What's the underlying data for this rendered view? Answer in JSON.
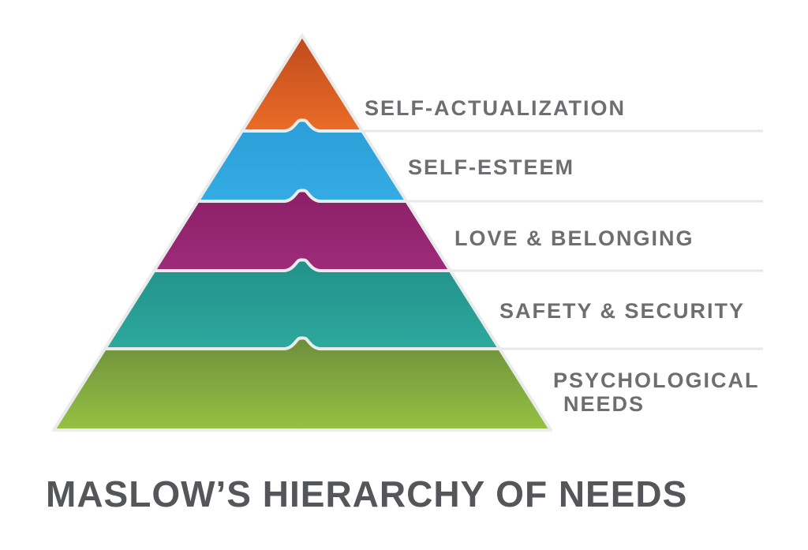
{
  "title": "MASLOW’S HIERARCHY OF NEEDS",
  "colors": {
    "background": "#FFFFFF",
    "label_text": "#6D6E71",
    "title_text": "#55565A",
    "divider_line": "#E7E8E9",
    "layer_outline": "#EAEBEB"
  },
  "pyramid": {
    "levels": [
      {
        "label": "SELF-ACTUALIZATION",
        "color_top": "#BF4A1D",
        "color_bottom": "#EA6C27"
      },
      {
        "label": "SELF-ESTEEM",
        "color_top": "#2C9ED8",
        "color_bottom": "#34ABE3"
      },
      {
        "label": "LOVE & BELONGING",
        "color_top": "#8B2067",
        "color_bottom": "#9D2B79"
      },
      {
        "label": "SAFETY & SECURITY",
        "color_top": "#21918A",
        "color_bottom": "#2EA89E"
      },
      {
        "label": "PSYCHOLOGICAL NEEDS",
        "label_lines": [
          "PSYCHOLOGICAL",
          "NEEDS"
        ],
        "color_top": "#6E8E3C",
        "color_bottom": "#95C243"
      }
    ]
  }
}
